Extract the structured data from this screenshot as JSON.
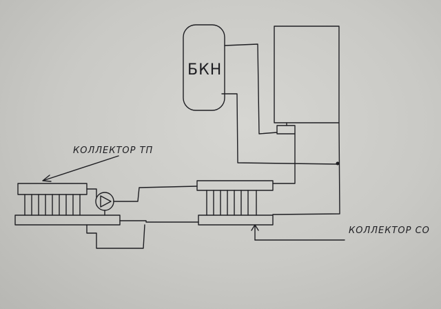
{
  "labels": {
    "tank": "БКН",
    "collector_tp": "КОЛЛЕКТОР ТП",
    "collector_co": "КОЛЛЕКТОР СО"
  },
  "colors": {
    "ink": "#1e1e22",
    "paper": "#c9c9c5"
  }
}
